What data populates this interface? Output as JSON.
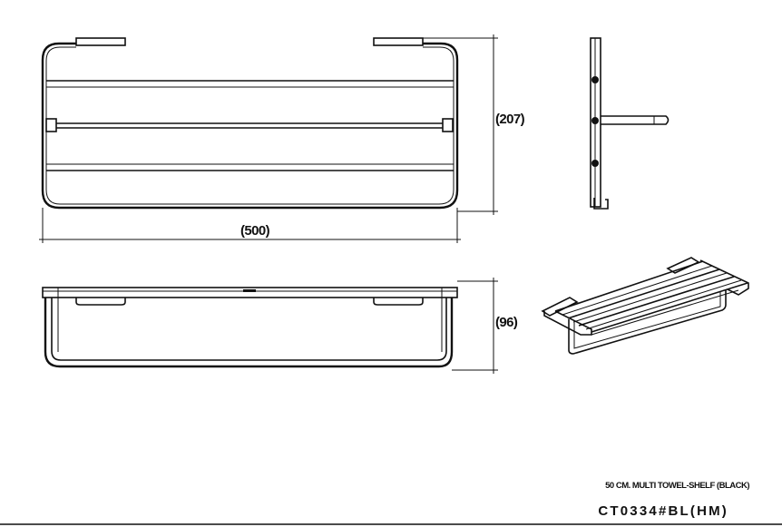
{
  "dimensions": {
    "width": "(500)",
    "height": "(207)",
    "depth": "(96)"
  },
  "product": {
    "name": "50 CM. MULTI TOWEL-SHELF (BLACK)",
    "code": "CT0334#BL(HM)"
  },
  "colors": {
    "line": "#111111",
    "background": "#ffffff"
  }
}
